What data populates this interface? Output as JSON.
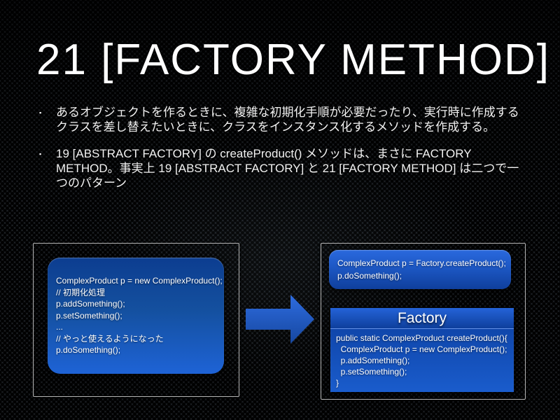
{
  "slide": {
    "title": "21 [FACTORY METHOD]",
    "bullet_marker": "▪",
    "bullets": [
      "あるオブジェクトを作るときに、複雑な初期化手順が必要だったり、実行時に作成するクラスを差し替えたいときに、クラスをインスタンス化するメソッドを作成する。",
      "19 [ABSTRACT FACTORY] の createProduct() メソッドは、まさに FACTORY METHOD。事実上 19 [ABSTRACT FACTORY] と 21 [FACTORY METHOD] は二つで一つのパターン"
    ],
    "diagram": {
      "before_box": {
        "lines": [
          "ComplexProduct p = new ComplexProduct();",
          "// 初期化処理",
          "p.addSomething();",
          "p.setSomething();",
          "...",
          "// やっと使えるようになった",
          "p.doSomething();"
        ]
      },
      "arrow": {
        "icon": "right-arrow",
        "color_top": "#2e6ce0",
        "color_bottom": "#16479f"
      },
      "after_box": {
        "lines": [
          "ComplexProduct p = Factory.createProduct();",
          "p.doSomething();"
        ]
      },
      "factory_box": {
        "title": "Factory",
        "lines": [
          "public static ComplexProduct createProduct(){",
          "  ComplexProduct p = new ComplexProduct();",
          "  p.addSomething();",
          "  p.setSomething();",
          "}"
        ]
      }
    },
    "colors": {
      "background": "#17191c",
      "text": "#ffffff",
      "box_gradient_dark": "#0c3d90",
      "box_gradient_light": "#1e63d6",
      "frame_border": "#b5b5b5",
      "arrow_blue": "#2258c9"
    }
  }
}
